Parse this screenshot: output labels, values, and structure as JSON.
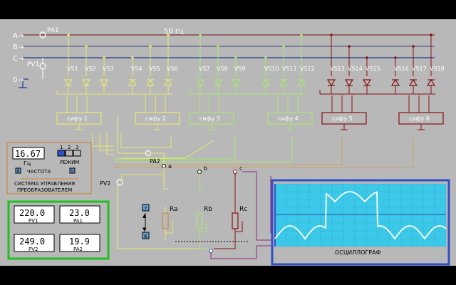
{
  "phase_labels": [
    "A",
    "B",
    "C",
    "0"
  ],
  "meters": {
    "pa1": "PA1",
    "pv1": "PV1",
    "pa2": "PA2",
    "pv2": "PV2"
  },
  "frequency_label": "50 гц",
  "thyristors": [
    "VS1",
    "VS2",
    "VS3",
    "VS4",
    "VS5",
    "VS6",
    "VS7",
    "VS8",
    "VS9",
    "VS10",
    "VS11",
    "VS12",
    "VS13",
    "VS14",
    "VS15",
    "VS16",
    "VS17",
    "VS18"
  ],
  "sifu": [
    "сифу 1",
    "сифу 2",
    "сифу 3",
    "сифу 4",
    "сифу 5",
    "сифу 6"
  ],
  "control": {
    "freq_value": "16.67",
    "freq_unit": "Гц",
    "freq_caption": "ЧАСТОТА",
    "freq_dec": "8",
    "freq_inc": "9",
    "mode_numbers": [
      "1",
      "2",
      "3"
    ],
    "mode_caption": "РЕЖИМ",
    "title_line1": "СИСТЕМА УПРАВЛЕНИЯ",
    "title_line2": "ПРЕОБРАЗОВАТЕЛЕМ"
  },
  "readings": [
    {
      "value": "220.0",
      "label": "PV1"
    },
    {
      "value": "23.0",
      "label": "PA1"
    },
    {
      "value": "249.0",
      "label": "PV2"
    },
    {
      "value": "19.9",
      "label": "PA2"
    }
  ],
  "loads": {
    "a": "a",
    "b": "b",
    "c": "c",
    "ra": "Ra",
    "rb": "Rb",
    "rc": "Rc"
  },
  "keys": {
    "up": "7",
    "down": "6"
  },
  "oscilloscope": {
    "title": "ОСЦИЛЛОГРАФ"
  },
  "colors": {
    "phase_a": "#7a3030",
    "phase_b": "#5a5a8a",
    "phase_c": "#1c3a8a",
    "group1": "#e8e870",
    "group2": "#a8e870",
    "group3": "#8a1010",
    "purple": "#8a2a8a",
    "screen": "#3cc8e8",
    "trace": "#ffffff"
  }
}
